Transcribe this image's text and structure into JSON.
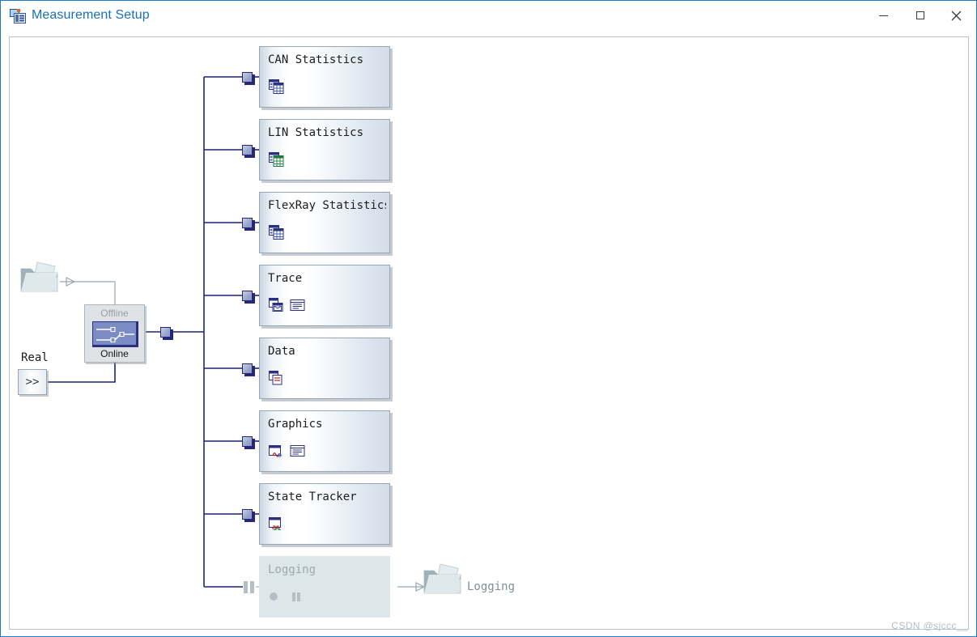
{
  "window": {
    "title": "Measurement Setup",
    "icon": "measurement-setup-icon",
    "minimize_label": "─",
    "maximize_label": "□",
    "close_label": "✕"
  },
  "source": {
    "folder_icon": "folder-documents-icon",
    "real_label": "Real",
    "real_button_label": ">>"
  },
  "mode_switch": {
    "offline_label": "Offline",
    "online_label": "Online",
    "selected": "Online",
    "icon": "switch-toggle-icon"
  },
  "blocks": [
    {
      "id": "can-statistics",
      "title": "CAN Statistics",
      "icons": [
        "statistics-table-blue-icon"
      ],
      "enabled": true
    },
    {
      "id": "lin-statistics",
      "title": "LIN Statistics",
      "icons": [
        "statistics-table-green-icon"
      ],
      "enabled": true
    },
    {
      "id": "flexray-statistics",
      "title": "FlexRay Statistics",
      "icons": [
        "statistics-table-blue-icon"
      ],
      "enabled": true
    },
    {
      "id": "trace",
      "title": "Trace",
      "icons": [
        "trace-window-icon",
        "list-window-icon"
      ],
      "enabled": true
    },
    {
      "id": "data",
      "title": "Data",
      "icons": [
        "data-window-icon"
      ],
      "enabled": true
    },
    {
      "id": "graphics",
      "title": "Graphics",
      "icons": [
        "graphics-window-icon",
        "list-window-icon"
      ],
      "enabled": true
    },
    {
      "id": "state-tracker",
      "title": "State Tracker",
      "icons": [
        "state-tracker-window-icon"
      ],
      "enabled": true
    },
    {
      "id": "logging",
      "title": "Logging",
      "icons": [
        "record-dot-icon",
        "pause-icon"
      ],
      "enabled": false
    }
  ],
  "logging_output": {
    "folder_icon": "folder-documents-icon",
    "label": "Logging"
  },
  "colors": {
    "title_text": "#1a6fb5",
    "window_border": "#1a7bc4",
    "wire": "#1f2470",
    "connector_fill": "#9aa6c9",
    "connector_border": "#26277a",
    "block_border": "#9aa6b2",
    "disabled_bg": "#dde7e9",
    "disabled_text": "#9aabae",
    "switch_graphic": "#7b8cc4"
  },
  "watermark": "CSDN @sjccc__"
}
